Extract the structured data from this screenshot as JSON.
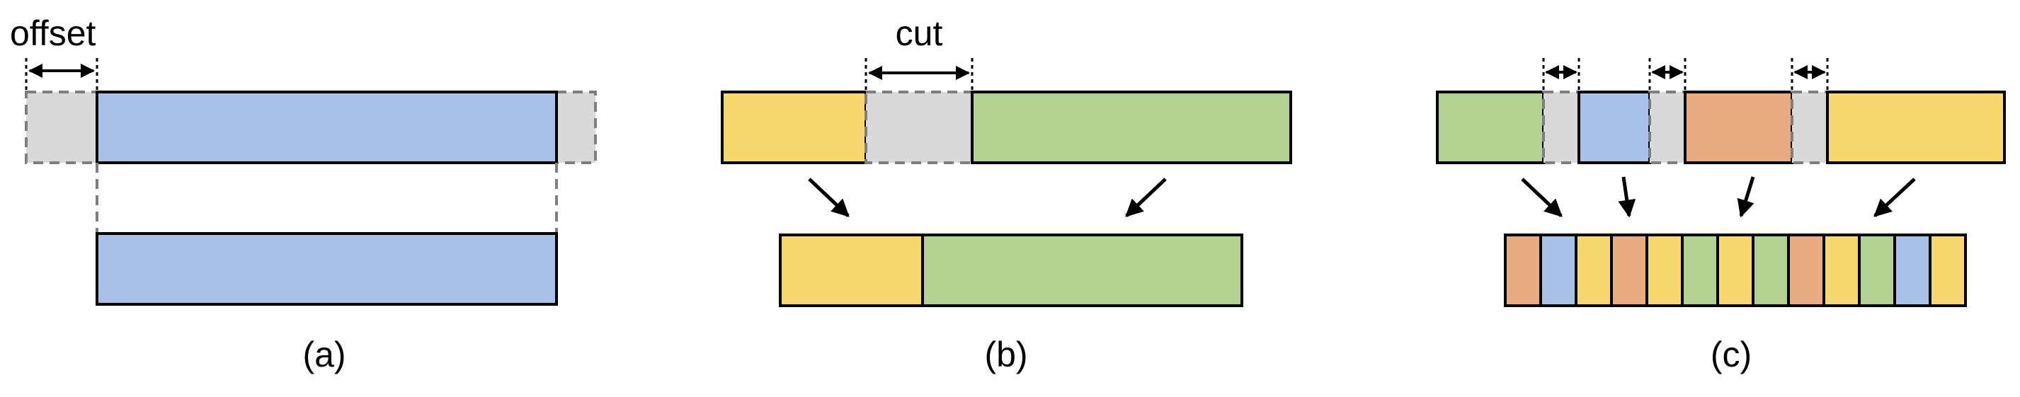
{
  "colors": {
    "blue": "#a8c2e7",
    "green": "#b3d191",
    "yellow": "#f6d86f",
    "orange": "#e8ac80",
    "gray": "#d9d9d9",
    "stroke": "#000000",
    "dashed": "#7f7f7f"
  },
  "panel_a": {
    "label": "offset",
    "caption": "(a)"
  },
  "panel_b": {
    "label": "cut",
    "caption": "(b)"
  },
  "panel_c": {
    "caption": "(c)",
    "output_sequence": [
      "orange",
      "blue",
      "yellow",
      "orange",
      "yellow",
      "green",
      "yellow",
      "green",
      "orange",
      "yellow",
      "green",
      "blue",
      "yellow"
    ]
  }
}
